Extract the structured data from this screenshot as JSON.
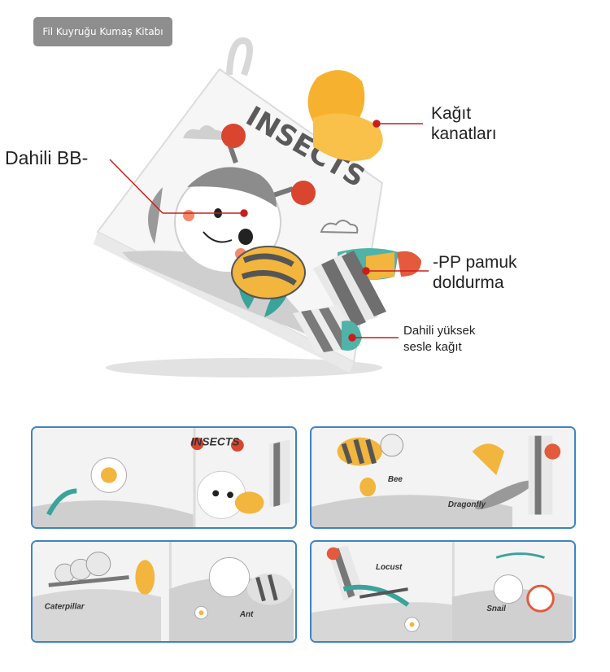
{
  "badge": "Fil Kuyruğu Kumaş Kitabı",
  "callouts": {
    "wings_line1": "Kağıt",
    "wings_line2": "kanatları",
    "bb": "Dahili BB-",
    "pp_line1": "-PP pamuk",
    "pp_line2": "doldurma",
    "paper_line1": "Dahili yüksek",
    "paper_line2": "sesle kağıt"
  },
  "book": {
    "cover_title": "INSECTS"
  },
  "panels": {
    "p1": {
      "title": "INSECTS"
    },
    "p2": {
      "bee": "Bee",
      "dragonfly": "Dragonfly"
    },
    "p3": {
      "caterpillar": "Caterpillar",
      "ant": "Ant"
    },
    "p4": {
      "locust": "Locust",
      "snail": "Snail"
    }
  },
  "colors": {
    "accent_line": "#c81e1e",
    "panel_border": "#3c84c4",
    "badge_bg": "#8e8e8e"
  }
}
